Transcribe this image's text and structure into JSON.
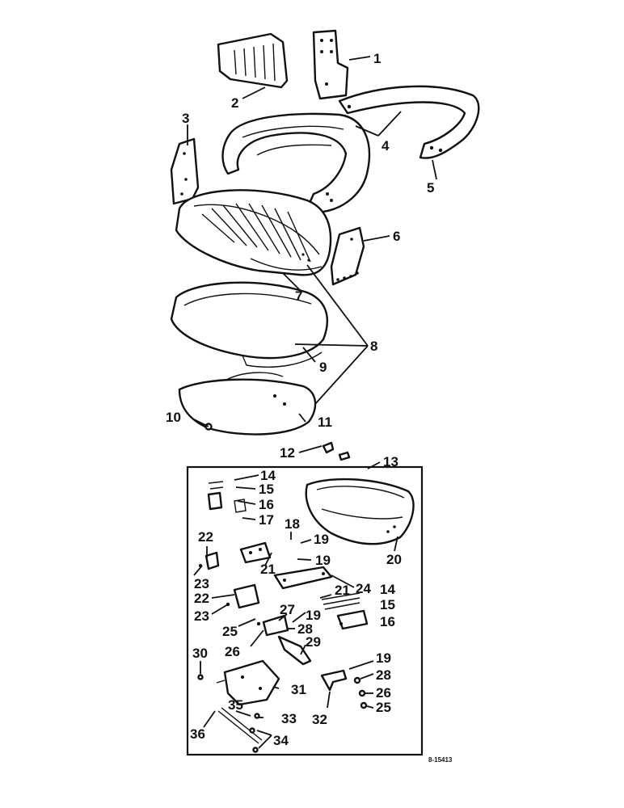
{
  "diagram": {
    "reference_code": "8-15413",
    "callouts": [
      "1",
      "2",
      "3",
      "4",
      "5",
      "6",
      "7",
      "8",
      "9",
      "10",
      "11",
      "12",
      "13",
      "14",
      "15",
      "16",
      "17",
      "18",
      "19",
      "19",
      "19",
      "19",
      "20",
      "21",
      "21",
      "22",
      "22",
      "23",
      "23",
      "24",
      "14",
      "15",
      "16",
      "25",
      "25",
      "26",
      "26",
      "27",
      "28",
      "28",
      "29",
      "30",
      "31",
      "32",
      "33",
      "34",
      "35",
      "36"
    ],
    "colors": {
      "ink": "#111111",
      "paper": "#ffffff"
    }
  }
}
